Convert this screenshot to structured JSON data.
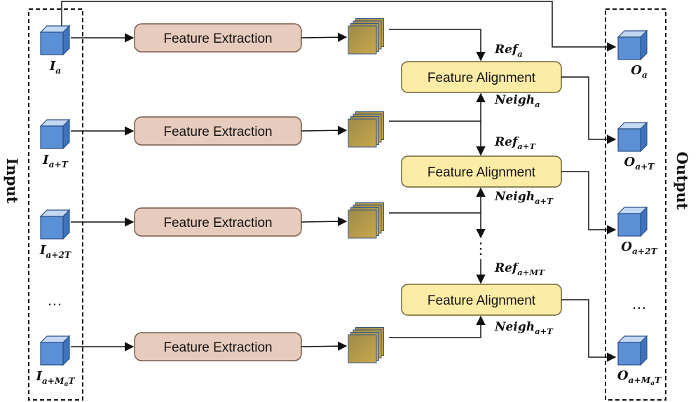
{
  "input_label": "Input",
  "output_label": "Output",
  "input_dots": "…",
  "output_dots": "…",
  "align_dots": "⋮",
  "fe_label": "Feature Extraction",
  "fa_label": "Feature Alignment",
  "inputs": [
    {
      "base": "I",
      "sub": "a"
    },
    {
      "base": "I",
      "sub": "a+T"
    },
    {
      "base": "I",
      "sub": "a+2T"
    },
    {
      "base": "I",
      "sub": "a+M",
      "subsub": "a",
      "tail": "T"
    }
  ],
  "outputs": [
    {
      "base": "O",
      "sub": "a"
    },
    {
      "base": "O",
      "sub": "a+T"
    },
    {
      "base": "O",
      "sub": "a+2T"
    },
    {
      "base": "O",
      "sub": "a+M",
      "subsub": "a",
      "tail": "T"
    }
  ],
  "refs": [
    {
      "base": "Ref",
      "sub": "a"
    },
    {
      "base": "Ref",
      "sub": "a+T"
    },
    {
      "base": "Ref",
      "sub": "a+MT"
    }
  ],
  "neighs": [
    {
      "base": "Neigh",
      "sub": "a"
    },
    {
      "base": "Neigh",
      "sub": "a+T"
    },
    {
      "base": "Neigh",
      "sub": "a+T"
    }
  ],
  "colors": {
    "fe_fill": "#e7cbbd",
    "fe_stroke": "#7a5b4b",
    "fa_fill": "#fdeca6",
    "fa_stroke": "#6e6030",
    "cube_front": "#5b8fd6",
    "cube_top": "#c3d8f2",
    "cube_side": "#3f74bd",
    "fmap_fill": "#b49b45",
    "fmap_stroke": "#3a5a8a"
  }
}
